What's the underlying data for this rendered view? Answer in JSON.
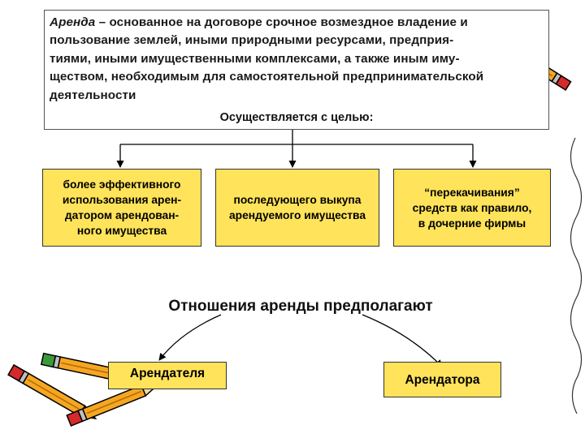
{
  "definition": {
    "term": "Аренда",
    "text": " – основанное на договоре срочное возмездное владение и\nпользование землей, иными природными ресурсами, предприя-\nтиями, иными имущественными комплексами, а также иным иму-\nществом, необходимым для самостоятельной предпринимательской\nдеятельности"
  },
  "purpose_label": "Осуществляется с целью:",
  "goals": [
    "более эффективного\nиспользования арен-\nдатором арендован-\nного имущества",
    "последующего выкупа\nарендуемого имущества",
    "“перекачивания”\nсредств как правило,\nв дочерние фирмы"
  ],
  "relations_title": "Отношения аренды предполагают",
  "parties": [
    "Арендателя",
    "Арендатора"
  ],
  "colors": {
    "box_fill": "#ffe35a",
    "pencil_body": "#f5a623",
    "pencil_eraser": "#d42a2a",
    "pencil_eraser_alt": "#3a9a3a"
  },
  "icons": [
    "pencil-icon",
    "pencil-icon",
    "pencil-icon",
    "pencil-icon"
  ]
}
